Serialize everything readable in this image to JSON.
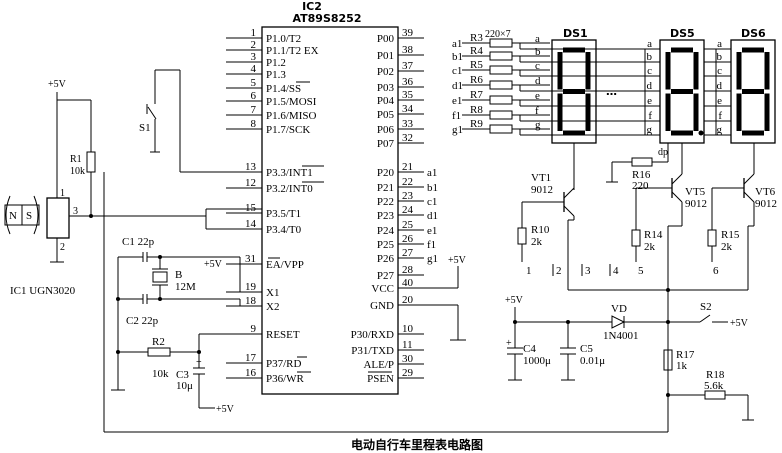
{
  "title": "电动自行车里程表电路图",
  "ic2": {
    "ref": "IC2",
    "part": "AT89S8252",
    "left_pins": [
      {
        "num": "1",
        "name": "P1.0/T2"
      },
      {
        "num": "2",
        "name": "P1.1/T2 EX"
      },
      {
        "num": "3",
        "name": "P1.2"
      },
      {
        "num": "4",
        "name": "P1.3"
      },
      {
        "num": "5",
        "name": "P1.4/SS"
      },
      {
        "num": "6",
        "name": "P1.5/MOSI"
      },
      {
        "num": "7",
        "name": "P1.6/MISO"
      },
      {
        "num": "8",
        "name": "P1.7/SCK"
      },
      {
        "num": "13",
        "name": "P3.3/INT1"
      },
      {
        "num": "12",
        "name": "P3.2/INT0"
      },
      {
        "num": "15",
        "name": "P3.5/T1"
      },
      {
        "num": "14",
        "name": "P3.4/T0"
      },
      {
        "num": "31",
        "name": "EA/VPP"
      },
      {
        "num": "19",
        "name": "X1"
      },
      {
        "num": "18",
        "name": "X2"
      },
      {
        "num": "9",
        "name": "RESET"
      },
      {
        "num": "17",
        "name": "P37/RD"
      },
      {
        "num": "16",
        "name": "P36/WR"
      }
    ],
    "right_pins": [
      {
        "num": "39",
        "name": "P00"
      },
      {
        "num": "38",
        "name": "P01"
      },
      {
        "num": "37",
        "name": "P02"
      },
      {
        "num": "36",
        "name": "P03"
      },
      {
        "num": "35",
        "name": "P04"
      },
      {
        "num": "34",
        "name": "P05"
      },
      {
        "num": "33",
        "name": "P06"
      },
      {
        "num": "32",
        "name": "P07"
      },
      {
        "num": "21",
        "name": "P20",
        "net": "a1"
      },
      {
        "num": "22",
        "name": "P21",
        "net": "b1"
      },
      {
        "num": "23",
        "name": "P22",
        "net": "c1"
      },
      {
        "num": "24",
        "name": "P23",
        "net": "d1"
      },
      {
        "num": "25",
        "name": "P24",
        "net": "e1"
      },
      {
        "num": "26",
        "name": "P25",
        "net": "f1"
      },
      {
        "num": "27",
        "name": "P26",
        "net": "g1"
      },
      {
        "num": "28",
        "name": "P27"
      },
      {
        "num": "40",
        "name": "VCC"
      },
      {
        "num": "20",
        "name": "GND"
      },
      {
        "num": "10",
        "name": "P30/RXD"
      },
      {
        "num": "11",
        "name": "P31/TXD"
      },
      {
        "num": "30",
        "name": "ALE/P"
      },
      {
        "num": "29",
        "name": "PSEN"
      }
    ]
  },
  "labels": {
    "vcc": "+5V",
    "r1_ref": "R1",
    "r1_val": "10k",
    "ic1": "IC1 UGN3020",
    "magnet_n": "N",
    "magnet_s": "S",
    "ic1_pin1": "1",
    "ic1_pin2": "2",
    "ic1_pin3": "3",
    "s1": "S1",
    "c1": "C1 22p",
    "c2": "C2 22p",
    "xtal_ref": "B",
    "xtal_val": "12M",
    "r2_ref": "R2",
    "r2_val": "10k",
    "c3_ref": "C3",
    "c3_val": "10μ",
    "rnet_val": "220×7",
    "seg_nets": [
      "a1",
      "b1",
      "c1",
      "d1",
      "e1",
      "f1",
      "g1"
    ],
    "seg_resistors": [
      "R3",
      "R4",
      "R5",
      "R6",
      "R7",
      "R8",
      "R9"
    ],
    "seg_letters": [
      "a",
      "b",
      "c",
      "d",
      "e",
      "f",
      "g"
    ],
    "ds1": "DS1",
    "ds5": "DS5",
    "ds6": "DS6",
    "dp": "dp",
    "r16_ref": "R16",
    "r16_val": "220",
    "vt1_ref": "VT1",
    "vt1_val": "9012",
    "vt5_ref": "VT5",
    "vt5_val": "9012",
    "vt6_ref": "VT6",
    "vt6_val": "9012",
    "r10_ref": "R10",
    "r10_val": "2k",
    "r14_ref": "R14",
    "r14_val": "2k",
    "r15_ref": "R15",
    "r15_val": "2k",
    "digit_nets": [
      "1",
      "2",
      "3",
      "4",
      "5",
      "6"
    ],
    "vd_ref": "VD",
    "vd_val": "1N4001",
    "s2": "S2",
    "c4_ref": "C4",
    "c4_val": "1000μ",
    "c5_ref": "C5",
    "c5_val": "0.01μ",
    "r17_ref": "R17",
    "r17_val": "1k",
    "r18_ref": "R18",
    "r18_val": "5.6k",
    "ellipsis": "…",
    "plus": "+"
  }
}
